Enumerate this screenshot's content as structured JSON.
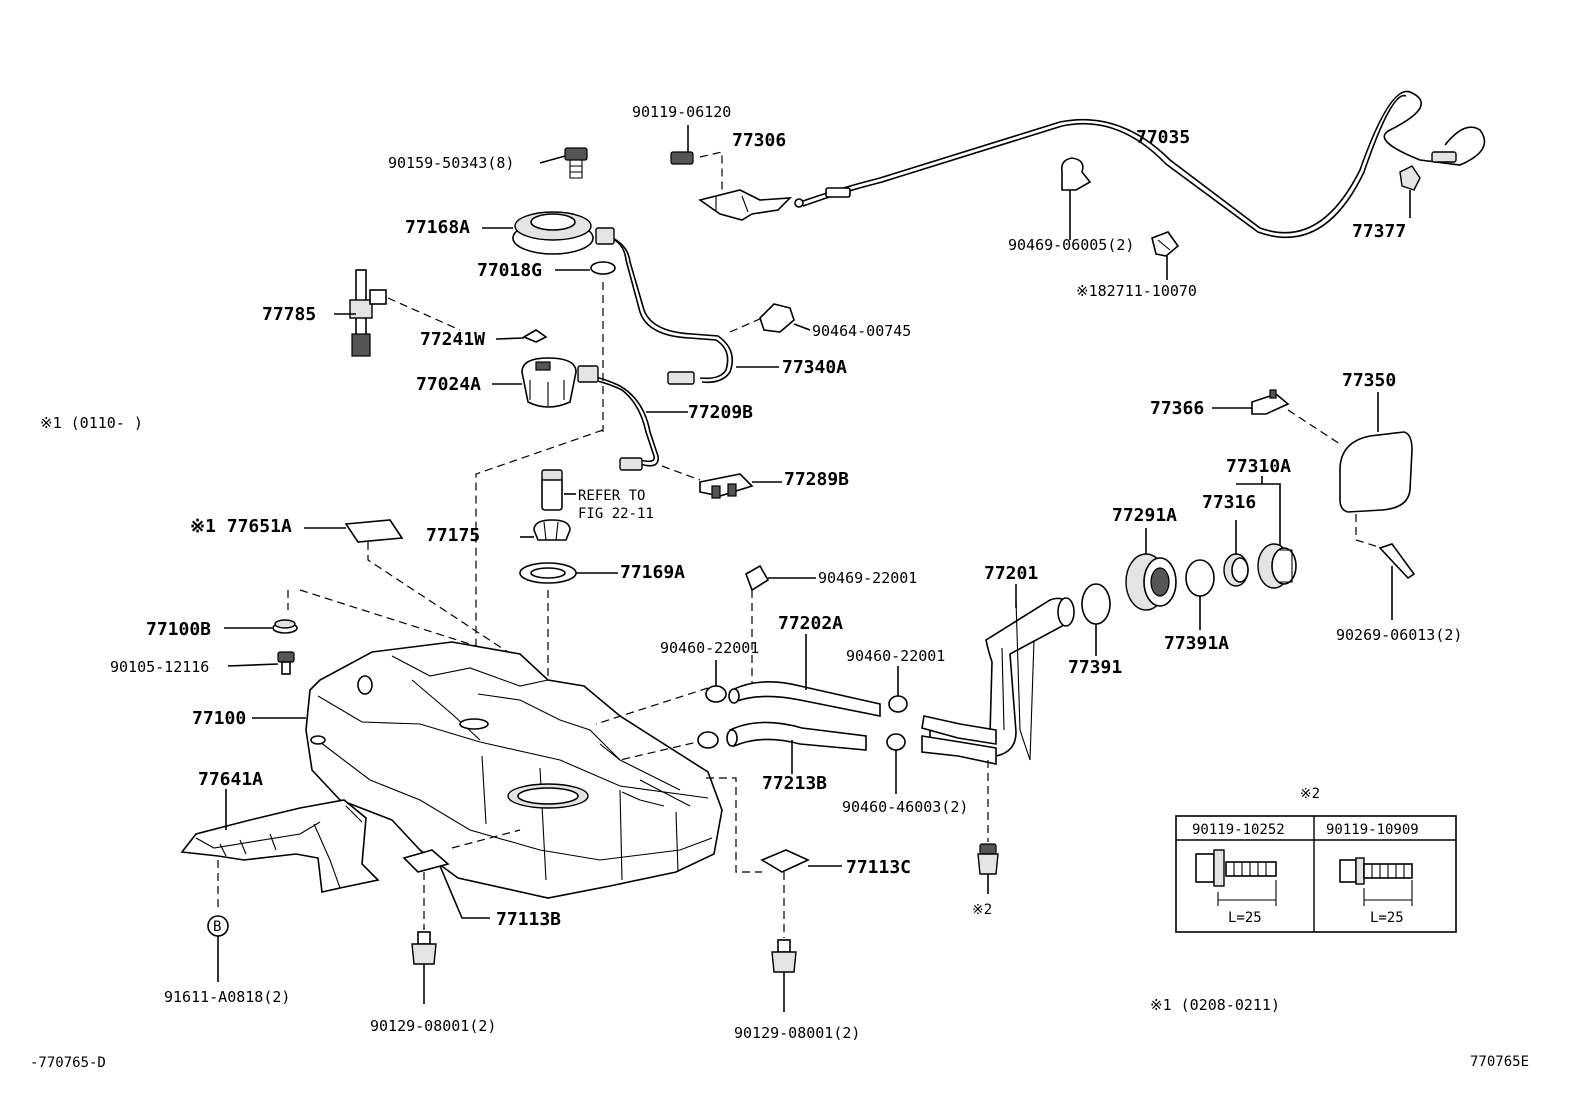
{
  "labels": {
    "p_90119_06120": "90119-06120",
    "p_77306": "77306",
    "p_77035": "77035",
    "p_90159_50343": "90159-50343(8)",
    "p_77168a": "77168A",
    "p_77018g": "77018G",
    "p_77785": "77785",
    "p_77241w": "77241W",
    "p_90464_00745": "90464-00745",
    "p_77340a": "77340A",
    "p_77024a": "77024A",
    "p_77209b": "77209B",
    "p_77289b": "77289B",
    "p_90469_06005": "90469-06005(2)",
    "p_82711_10070": "※182711-10070",
    "p_77377": "77377",
    "p_77350": "77350",
    "p_77366": "77366",
    "p_77310a": "77310A",
    "p_77316": "77316",
    "p_77291a": "77291A",
    "p_refer_1": "REFER TO",
    "p_refer_2": "FIG 22-11",
    "p_77651a": "※1 77651A",
    "p_77175": "77175",
    "p_77169a": "77169A",
    "p_90469_22001": "90469-22001",
    "p_77201": "77201",
    "p_77391": "77391",
    "p_77391a": "77391A",
    "p_90269_06013": "90269-06013(2)",
    "p_77100b": "77100B",
    "p_90105_12116": "90105-12116",
    "p_77202a": "77202A",
    "p_90460_22001_a": "90460-22001",
    "p_90460_22001_b": "90460-22001",
    "p_77100": "77100",
    "p_77213b": "77213B",
    "p_90460_46003": "90460-46003(2)",
    "p_77641a": "77641A",
    "p_77113c": "77113C",
    "p_77113b": "77113B",
    "p_b_marker": "B",
    "p_91611_a0818": "91611-A0818(2)",
    "p_90129_08001_a": "90129-08001(2)",
    "p_90129_08001_b": "90129-08001(2)",
    "note_x2_under": "※2",
    "note_x1_range": "※1 (0110-      )",
    "note_x1_range2": "※1 (0208-0211)",
    "footer_left": "-770765-D",
    "footer_right": "770765E"
  },
  "spec_table": {
    "title": "※2",
    "col1_part": "90119-10252",
    "col2_part": "90119-10909",
    "col1_length": "L=25",
    "col2_length": "L=25"
  }
}
